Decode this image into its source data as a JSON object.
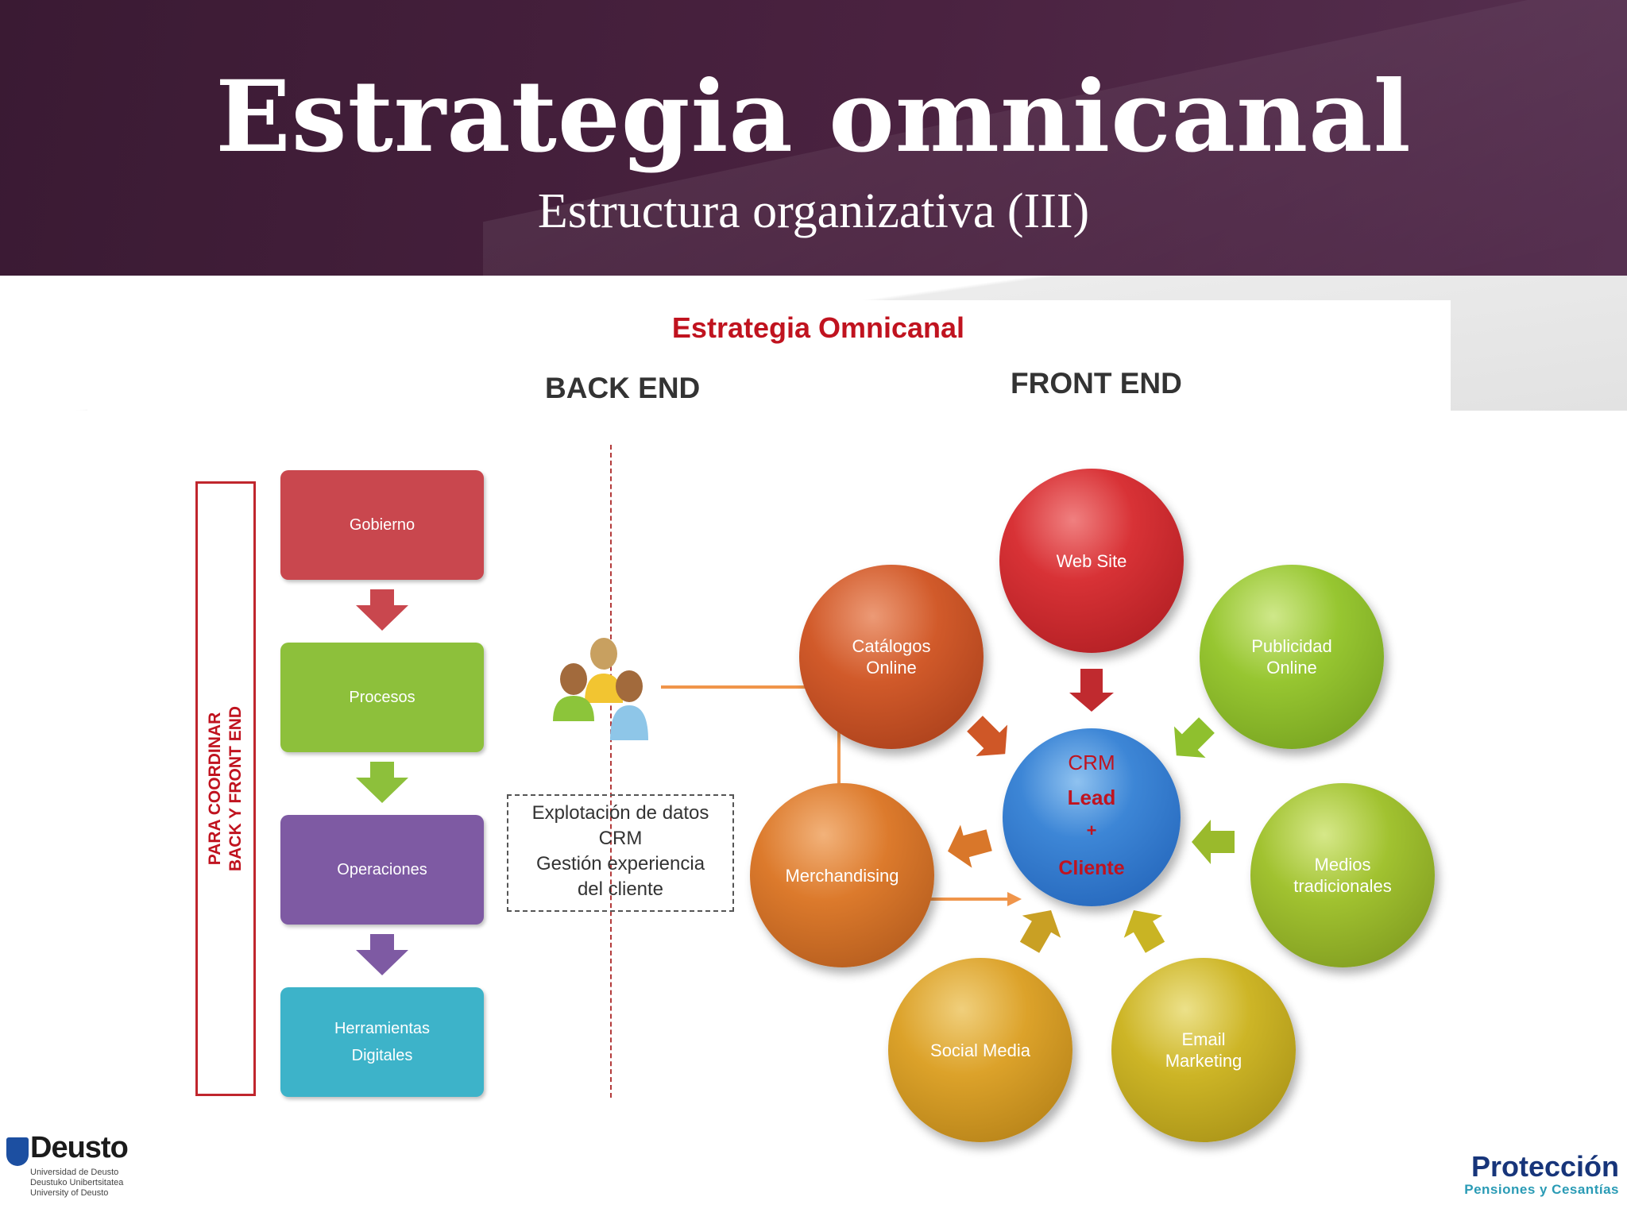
{
  "slide": {
    "title": "Estrategia omnicanal",
    "subtitle": "Estructura organizativa (III)"
  },
  "diagram": {
    "title": "Estrategia Omnicanal",
    "back_end_label": "BACK END",
    "front_end_label": "FRONT END",
    "side_label": [
      "PARA COORDINAR",
      "BACK Y FRONT END"
    ],
    "back_end_boxes": [
      {
        "label": [
          "Gobierno"
        ],
        "color": "#c9474e"
      },
      {
        "label": [
          "Procesos"
        ],
        "color": "#8dc03b"
      },
      {
        "label": [
          "Operaciones"
        ],
        "color": "#7e5aa3"
      },
      {
        "label": [
          "Herramientas",
          "Digitales"
        ],
        "color": "#3db3c9"
      }
    ],
    "people_icon": "people-group-icon",
    "dashed_box_lines": [
      "Explotación de datos",
      "CRM",
      "Gestión experiencia",
      "del cliente"
    ],
    "hub": {
      "line1": "CRM",
      "line2": "Lead",
      "line3": "+",
      "line4": "Cliente",
      "color": "#2f74c8",
      "text_color": "#c0131f"
    },
    "channels": [
      {
        "label": [
          "Web Site"
        ],
        "color": "#cc2a2f"
      },
      {
        "label": [
          "Publicidad",
          "Online"
        ],
        "color": "#8fc02e"
      },
      {
        "label": [
          "Medios",
          "tradicionales"
        ],
        "color": "#9aba2c"
      },
      {
        "label": [
          "Email",
          "Marketing"
        ],
        "color": "#c9b423"
      },
      {
        "label": [
          "Social Media"
        ],
        "color": "#d9a326"
      },
      {
        "label": [
          "Merchandising"
        ],
        "color": "#d9772a"
      },
      {
        "label": [
          "Catálogos",
          "Online"
        ],
        "color": "#cf5727"
      }
    ]
  },
  "footer": {
    "deusto_name": "Deusto",
    "deusto_sub": [
      "Universidad de Deusto",
      "Deustuko Unibertsitatea",
      "University of Deusto"
    ],
    "proteccion_name": "Protección",
    "proteccion_sub": "Pensiones y Cesantías"
  }
}
